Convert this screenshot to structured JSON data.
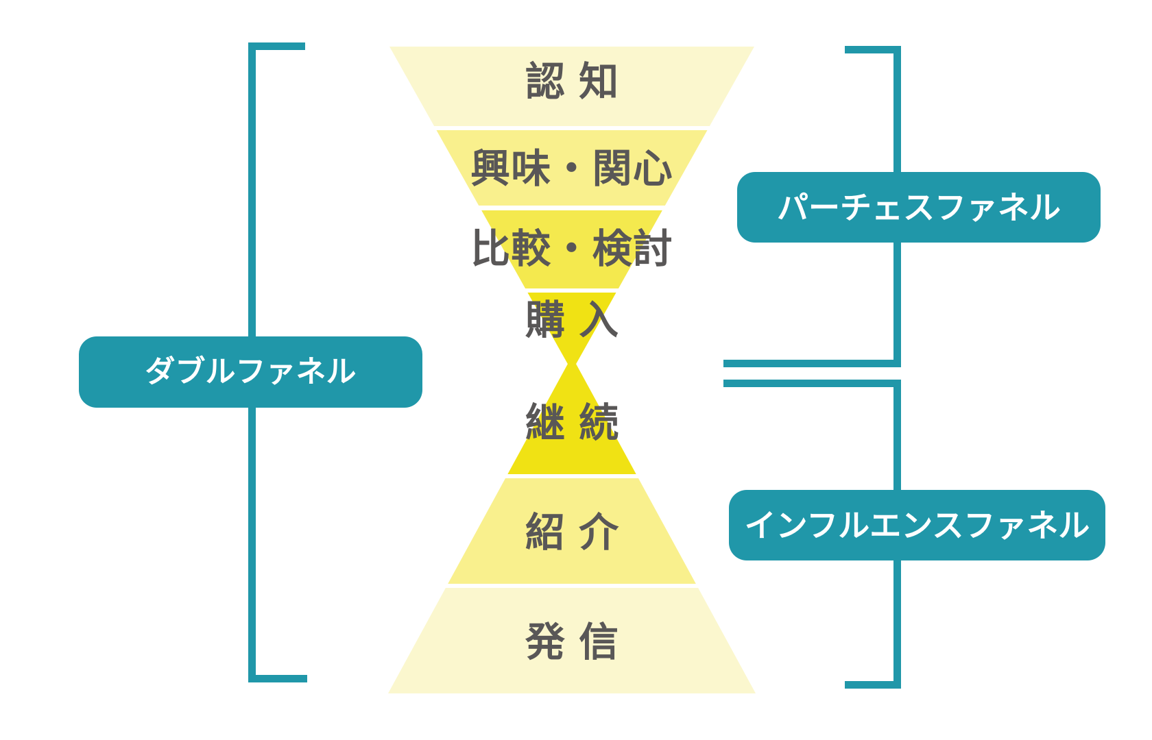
{
  "colors": {
    "accent": "#2097A9",
    "stage_text": "#595757",
    "background": "#FFFFFF"
  },
  "funnel": {
    "purchase": {
      "stages": [
        {
          "label": "認知",
          "color": "#FBF7CE"
        },
        {
          "label": "興味・関心",
          "color": "#F9F08D"
        },
        {
          "label": "比較・検討",
          "color": "#F4E94E"
        },
        {
          "label": "購入",
          "color": "#F0E214"
        }
      ]
    },
    "influence": {
      "stages": [
        {
          "label": "継続",
          "color": "#F0E214"
        },
        {
          "label": "紹介",
          "color": "#F9F08D"
        },
        {
          "label": "発信",
          "color": "#FBF7CE"
        }
      ]
    }
  },
  "tags": {
    "double": {
      "label": "ダブルファネル"
    },
    "purchase": {
      "label": "パーチェスファネル"
    },
    "influence": {
      "label": "インフルエンスファネル"
    }
  }
}
